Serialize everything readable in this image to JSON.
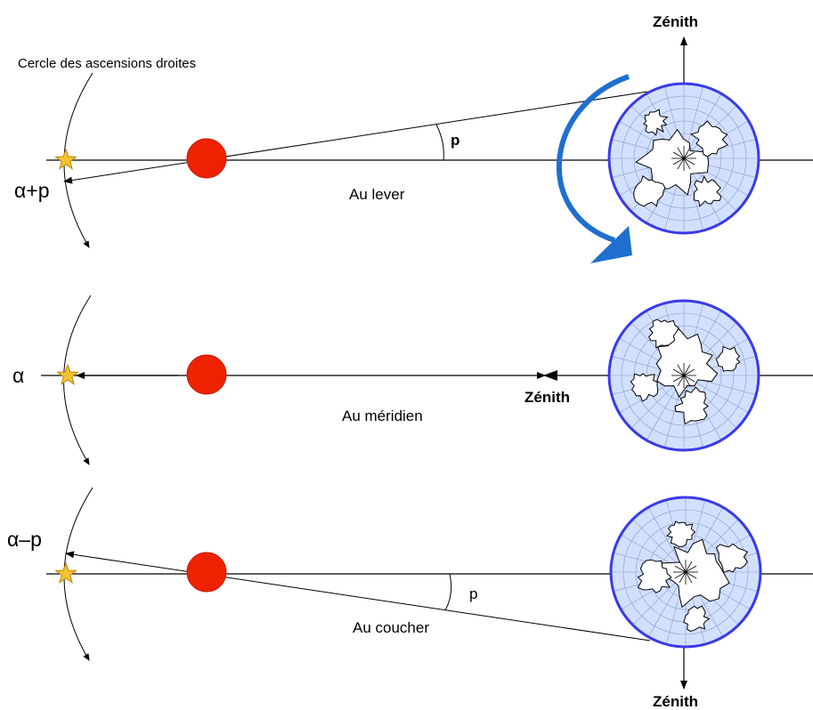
{
  "title": "Cercle des ascensions droites",
  "panels": [
    {
      "caption": "Au lever",
      "star_label": "α+p",
      "angle_label": "p",
      "zenith_label": "Zénith"
    },
    {
      "caption": "Au méridien",
      "star_label": "α",
      "zenith_label": "Zénith"
    },
    {
      "caption": "Au coucher",
      "star_label": "α–p",
      "angle_label": "p",
      "zenith_label": "Zénith"
    }
  ],
  "colors": {
    "sun": "#ee2200",
    "star": "#f2c233",
    "globe_fill": "#d2e0ff",
    "globe_ring": "#3a3ae8",
    "rotation_arrow": "#1f6fce"
  },
  "icons": [
    "star-icon",
    "sun-icon",
    "globe-icon",
    "rotation-arrow-icon"
  ]
}
